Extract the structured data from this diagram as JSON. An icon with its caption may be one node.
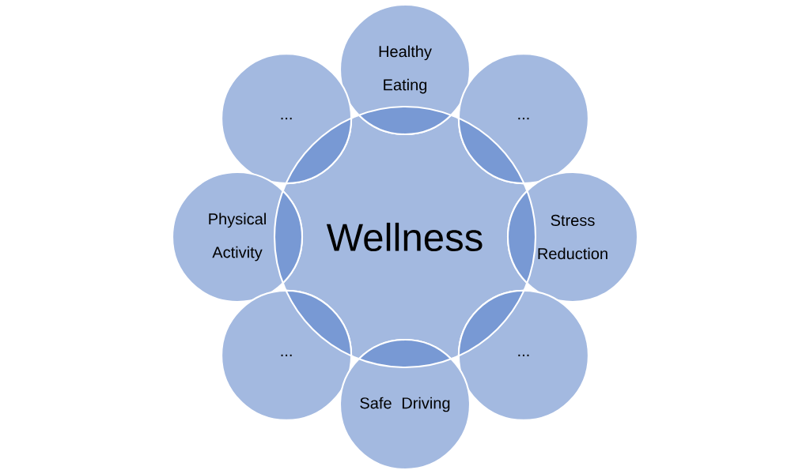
{
  "diagram": {
    "nodes": [
      {
        "text": [
          "Wellness"
        ]
      },
      {
        "text": [
          "Healthy Eating"
        ]
      },
      {
        "text": [
          "..."
        ]
      },
      {
        "text": [
          "..."
        ]
      },
      {
        "text": [
          "Physical Activity"
        ]
      },
      {
        "text": [
          "Stress Reduction"
        ]
      },
      {
        "text": [
          "..."
        ]
      },
      {
        "text": [
          "..."
        ]
      },
      {
        "text": [
          "Safe Driving"
        ]
      }
    ]
  }
}
